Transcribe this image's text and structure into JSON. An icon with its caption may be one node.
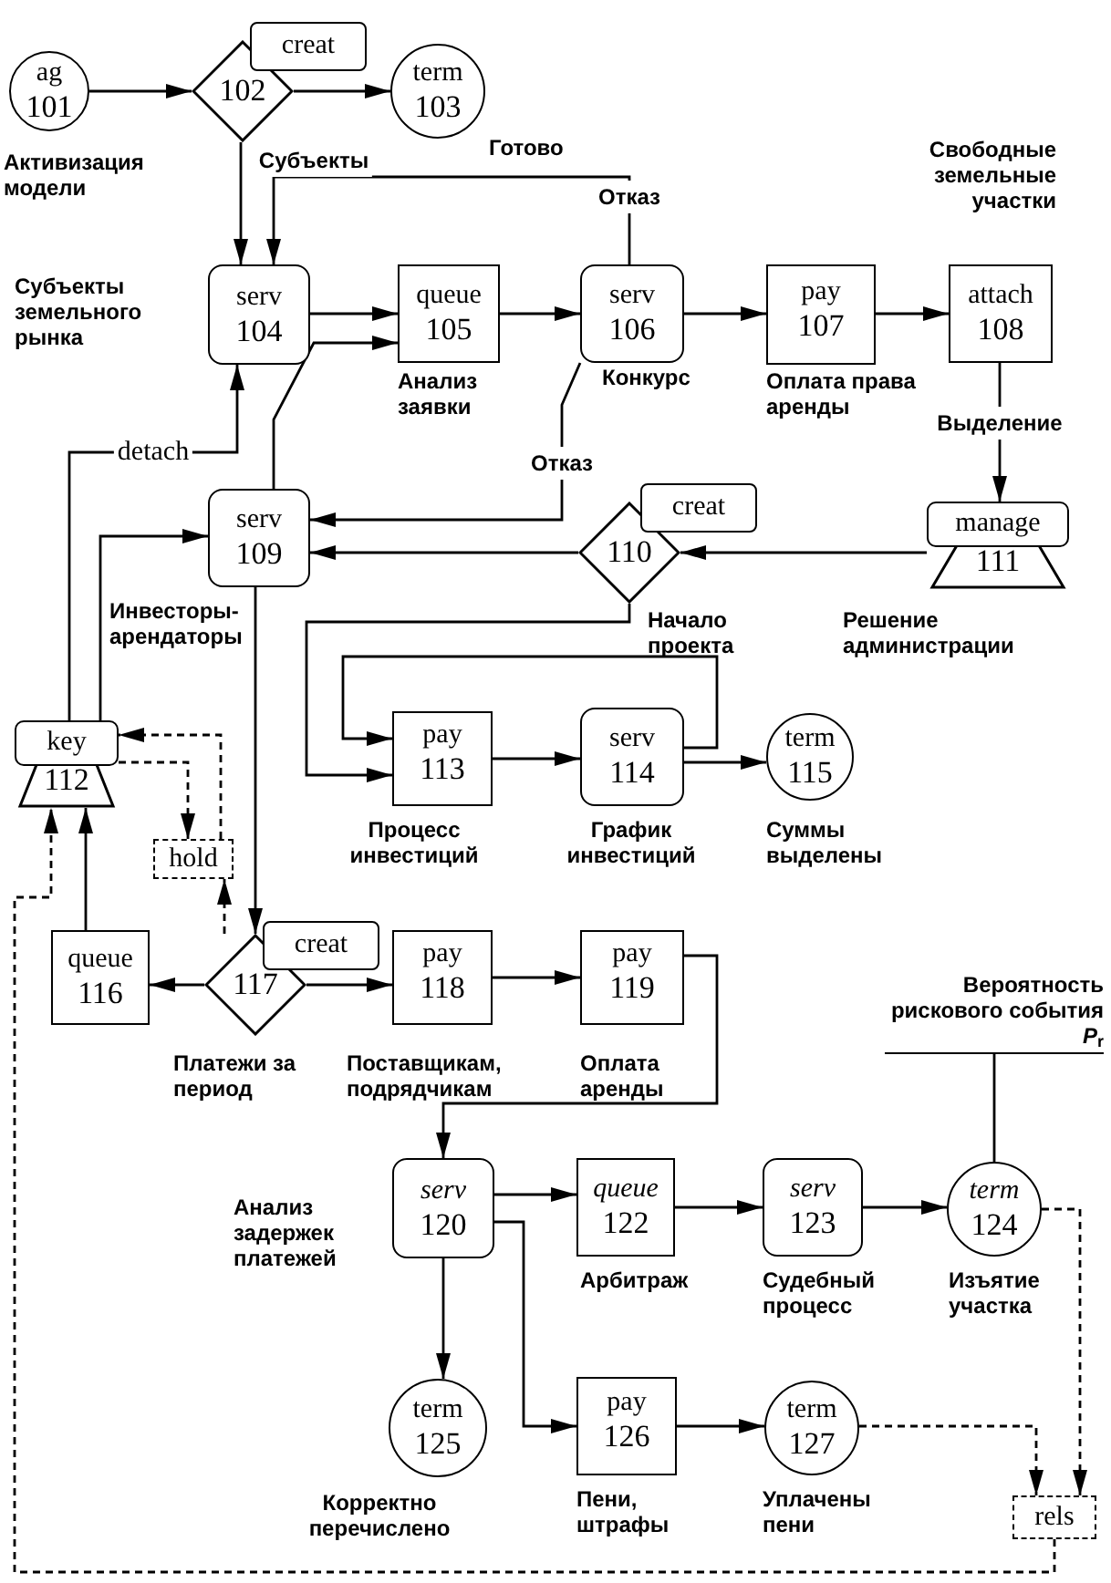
{
  "diagram": {
    "nodes": [
      {
        "text": [
          "ag",
          "101"
        ],
        "beside": [
          "Активизация модели"
        ]
      },
      {
        "text": [
          "creat",
          "102"
        ]
      },
      {
        "text": [
          "term",
          "103"
        ]
      },
      {
        "text": [
          "serv",
          "104"
        ],
        "beside": [
          "Субъекты земельного рынка"
        ]
      },
      {
        "text": [
          "queue",
          "105"
        ],
        "beside": [
          "Анализ заявки"
        ]
      },
      {
        "text": [
          "serv",
          "106"
        ],
        "beside": [
          "Конкурс"
        ]
      },
      {
        "text": [
          "pay",
          "107"
        ],
        "beside": [
          "Оплата права аренды"
        ]
      },
      {
        "text": [
          "attach",
          "108"
        ],
        "beside": [
          "Свободные земельные участки"
        ]
      },
      {
        "text": [
          "serv",
          "109"
        ]
      },
      {
        "text": [
          "creat",
          "110"
        ],
        "beside": [
          "Начало проекта"
        ]
      },
      {
        "text": [
          "manage",
          "111"
        ],
        "beside": [
          "Решение администрации"
        ]
      },
      {
        "text": [
          "pay",
          "113"
        ],
        "beside": [
          "Процесс инвестиций"
        ]
      },
      {
        "text": [
          "serv",
          "114"
        ],
        "beside": [
          "График инвестиций"
        ]
      },
      {
        "text": [
          "term",
          "115"
        ],
        "beside": [
          "Суммы выделены"
        ]
      },
      {
        "text": [
          "key",
          "112"
        ]
      },
      {
        "text": [
          "hold"
        ]
      },
      {
        "text": [
          "queue",
          "116"
        ]
      },
      {
        "text": [
          "creat",
          "117"
        ],
        "beside": [
          "Платежи за период"
        ]
      },
      {
        "text": [
          "pay",
          "118"
        ],
        "beside": [
          "Поставщикам, подрядчикам"
        ]
      },
      {
        "text": [
          "pay",
          "119"
        ],
        "beside": [
          "Оплата аренды"
        ]
      },
      {
        "text": [
          "serv",
          "120"
        ],
        "beside": [
          "Анализ задержек платежей"
        ]
      },
      {
        "text": [
          "queue",
          "122"
        ],
        "beside": [
          "Арбитраж"
        ]
      },
      {
        "text": [
          "serv",
          "123"
        ],
        "beside": [
          "Судебный процесс"
        ]
      },
      {
        "text": [
          "term",
          "124"
        ],
        "beside": [
          "Изъятие участка"
        ]
      },
      {
        "text": [
          "term",
          "125"
        ],
        "beside": [
          "Корректно перечислено"
        ]
      },
      {
        "text": [
          "pay",
          "126"
        ],
        "beside": [
          "Пени, штрафы"
        ]
      },
      {
        "text": [
          "term",
          "127"
        ],
        "beside": [
          "Уплачены пени"
        ]
      },
      {
        "text": [
          "rels"
        ]
      },
      {
        "text": [
          "Вероятность рискового события *P*$_{r}$"
        ]
      }
    ],
    "edges": [
      {
        "from": 0,
        "to": 1,
        "arrow": "to"
      },
      {
        "from": 1,
        "to": 2,
        "arrow": "to"
      },
      {
        "from": 1,
        "to": 3,
        "arrow": "to",
        "label": "Субъекты"
      },
      {
        "from": 5,
        "to": 3,
        "arrow": "to",
        "label": "Отказ"
      },
      {
        "from": 3,
        "to": 4,
        "arrow": "to"
      },
      {
        "from": 8,
        "to": 4,
        "arrow": "to"
      },
      {
        "from": 4,
        "to": 5,
        "arrow": "to"
      },
      {
        "from": 5,
        "to": 6,
        "arrow": "to"
      },
      {
        "from": 6,
        "to": 7,
        "arrow": "to"
      },
      {
        "from": 5,
        "to": 8,
        "arrow": "to",
        "label": "Отказ"
      },
      {
        "from": 7,
        "to": 10,
        "arrow": "to",
        "label": "Выделение"
      },
      {
        "from": 10,
        "to": 9,
        "arrow": "to"
      },
      {
        "from": 9,
        "to": 8,
        "arrow": "to"
      },
      {
        "from": 14,
        "to": 3,
        "arrow": "to",
        "label": "detach"
      },
      {
        "from": 14,
        "to": 8,
        "arrow": "to"
      },
      {
        "from": 9,
        "to": 11,
        "arrow": "to"
      },
      {
        "from": 12,
        "to": 11,
        "arrow": "to"
      },
      {
        "from": 11,
        "to": 12,
        "arrow": "to"
      },
      {
        "from": 12,
        "to": 13,
        "arrow": "to"
      },
      {
        "from": 8,
        "to": 17,
        "arrow": "to"
      },
      {
        "from": 17,
        "to": 16,
        "arrow": "to"
      },
      {
        "from": 17,
        "to": 18,
        "arrow": "to"
      },
      {
        "from": 18,
        "to": 19,
        "arrow": "to"
      },
      {
        "from": 17,
        "to": 15,
        "arrow": "to",
        "style": "dashed"
      },
      {
        "from": 14,
        "to": 15,
        "arrow": "to",
        "style": "dashed"
      },
      {
        "from": 15,
        "to": 14,
        "arrow": "to",
        "style": "dashed"
      },
      {
        "from": 16,
        "to": 14,
        "arrow": "to"
      },
      {
        "from": 27,
        "to": 14,
        "arrow": "to",
        "style": "dashed"
      },
      {
        "from": 19,
        "to": 20,
        "arrow": "to"
      },
      {
        "from": 20,
        "to": 21,
        "arrow": "to"
      },
      {
        "from": 21,
        "to": 22,
        "arrow": "to"
      },
      {
        "from": 22,
        "to": 23,
        "arrow": "to"
      },
      {
        "from": 20,
        "to": 24,
        "arrow": "to"
      },
      {
        "from": 20,
        "to": 25,
        "arrow": "to"
      },
      {
        "from": 25,
        "to": 26,
        "arrow": "to"
      },
      {
        "from": 26,
        "to": 27,
        "arrow": "to",
        "style": "dashed"
      },
      {
        "from": 23,
        "to": 27,
        "arrow": "to",
        "style": "dashed"
      },
      {
        "from": 28,
        "to": 23,
        "arrow": "none"
      }
    ],
    "labels": [
      "Готово",
      "Инвесторы-арендаторы"
    ]
  }
}
